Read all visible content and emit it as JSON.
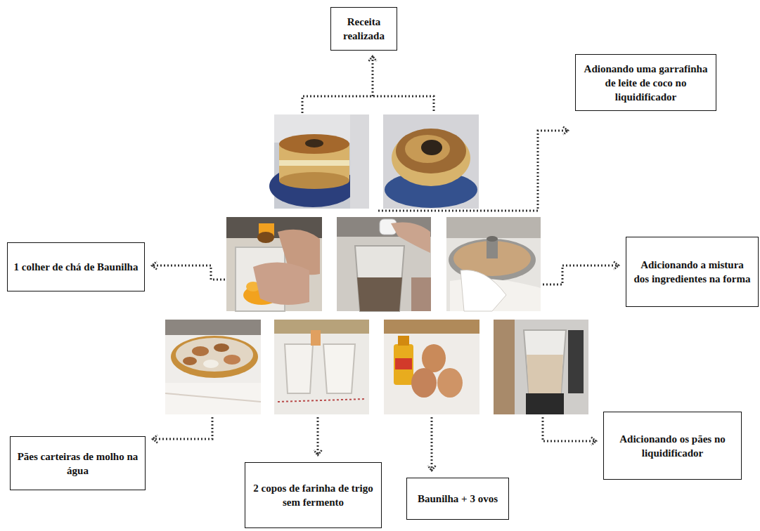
{
  "diagram": {
    "nodes": [
      {
        "text": [
          "Receita realizada"
        ]
      },
      {
        "text": [
          "Adionando uma garrafinha de leite de coco no liquidificador"
        ]
      },
      {
        "text": [
          "1 colher de chá de Baunilha"
        ]
      },
      {
        "text": [
          "Adicionando a mistura dos ingredientes na forma"
        ]
      },
      {
        "text": [
          "Pães carteiras de molho na água"
        ]
      },
      {
        "text": [
          "2 copos de farinha de trigo sem fermento"
        ]
      },
      {
        "text": [
          "Baunilha + 3 ovos"
        ]
      },
      {
        "text": [
          "Adicionando os pães no liquidificador"
        ]
      }
    ]
  }
}
